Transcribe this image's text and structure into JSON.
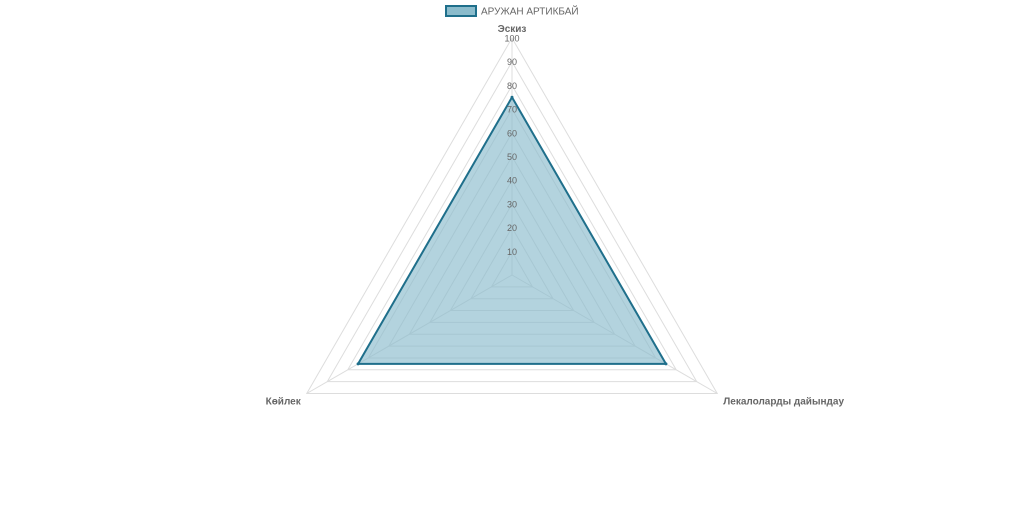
{
  "chart_data": {
    "type": "radar",
    "axes": [
      "Эскиз",
      "Лекалоларды дайындау",
      "Көйлек"
    ],
    "series": [
      {
        "name": "АРУЖАН АРТИКБАЙ",
        "values": [
          75,
          75,
          75
        ]
      }
    ],
    "r_range": [
      0,
      100
    ],
    "tick_step": 10,
    "tick_labels": [
      "10",
      "20",
      "30",
      "40",
      "50",
      "60",
      "70",
      "80",
      "90",
      "100"
    ],
    "grid": true,
    "legend": "top",
    "colors": {
      "series_stroke": "#1f6f8b",
      "series_fill": "#8bbccc",
      "grid": "#dddddd",
      "text": "#666666"
    }
  }
}
